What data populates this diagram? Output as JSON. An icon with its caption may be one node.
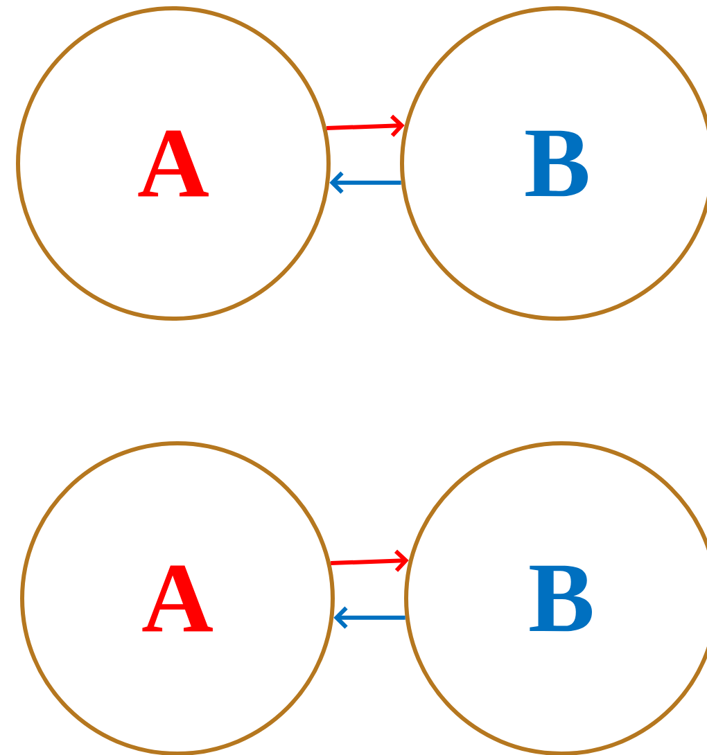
{
  "diagram": {
    "nodes": [
      {
        "text": [
          "A"
        ]
      },
      {
        "text": [
          "B"
        ]
      },
      {
        "text": [
          "A"
        ]
      },
      {
        "text": [
          "B"
        ]
      }
    ],
    "edges": [
      {
        "from": 0,
        "to": 1,
        "arrow": "to",
        "color": "#ff0000"
      },
      {
        "from": 1,
        "to": 0,
        "arrow": "to",
        "color": "#0070c0"
      },
      {
        "from": 2,
        "to": 3,
        "arrow": "to",
        "color": "#ff0000"
      },
      {
        "from": 3,
        "to": 2,
        "arrow": "to",
        "color": "#0070c0"
      }
    ]
  }
}
